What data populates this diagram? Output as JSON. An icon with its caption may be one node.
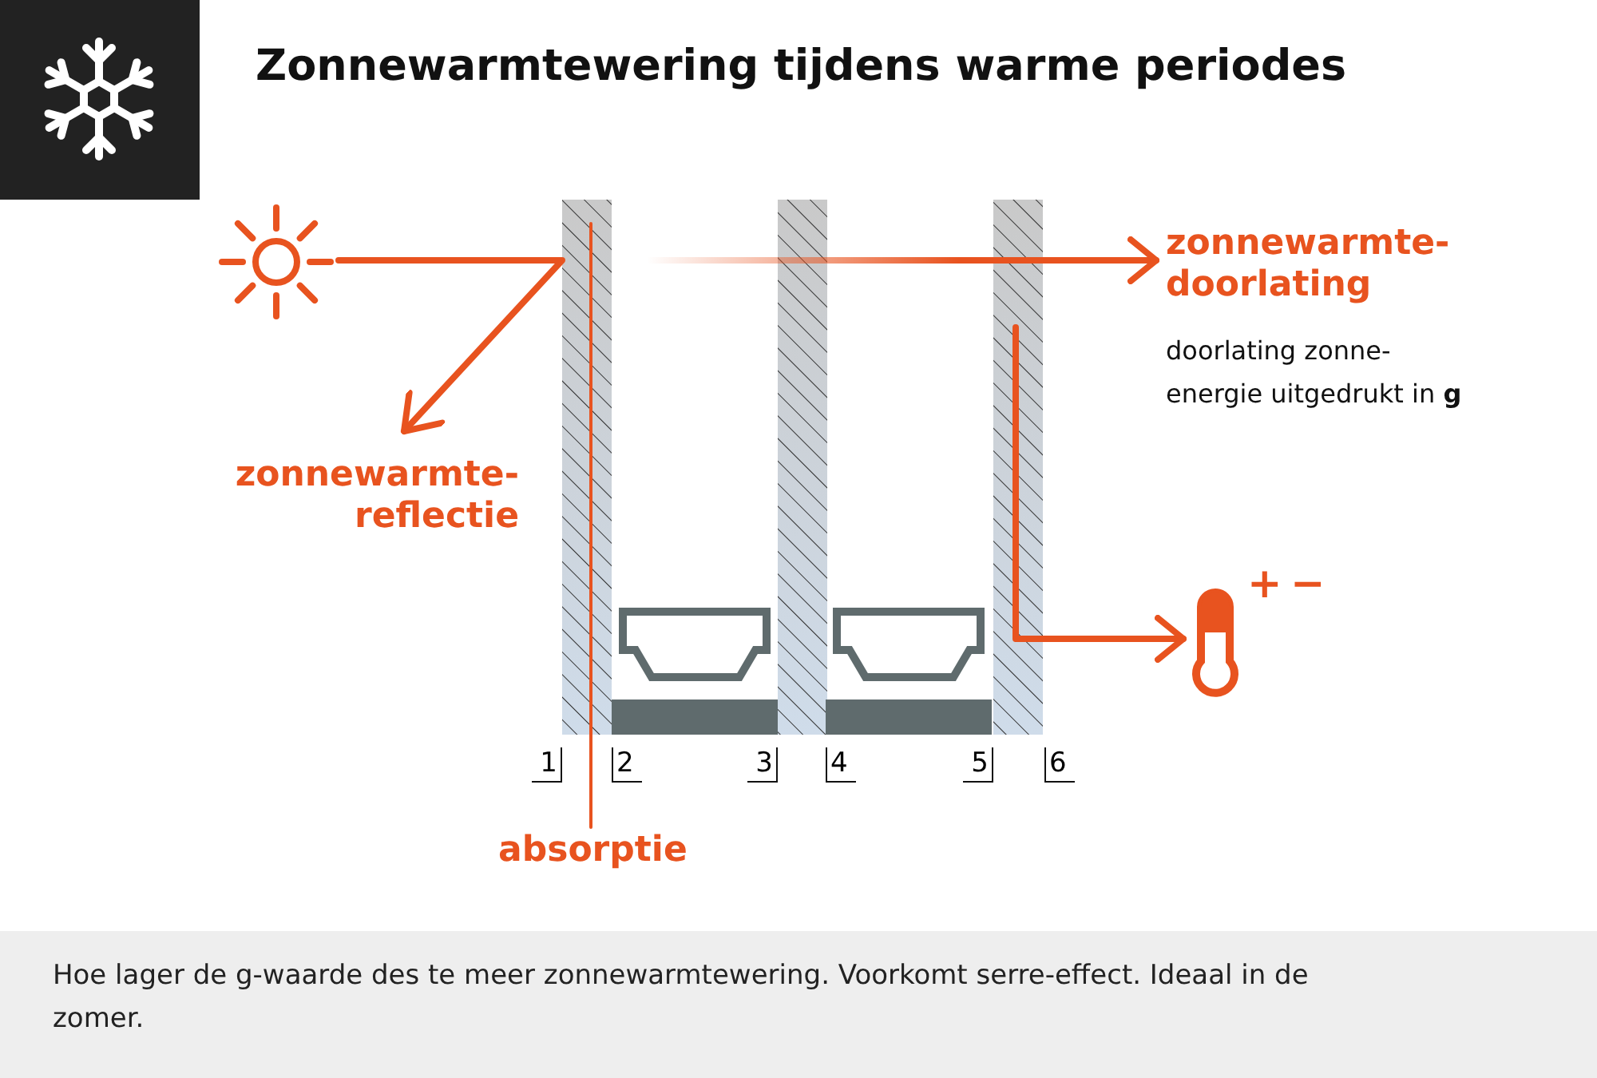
{
  "diagram": {
    "title": "Zonnewarmtewering tijdens warme periodes",
    "caption": "Hoe lager de g-waarde des te meer zonnewarmtewering. Voorkomt serre-effect. Ideaal in de zomer.",
    "nodes": [
      {
        "text": [],
        "shape": "sun"
      },
      {
        "text": [
          "zonnewarmte- reflectie"
        ]
      },
      {
        "text": [
          "zonnewarmte- doorlating",
          "doorlating zonne- energie uitgedrukt in **g**"
        ]
      },
      {
        "text": [],
        "shape": "thermometer"
      },
      {
        "text": [
          "absorptie"
        ]
      }
    ],
    "edges": [
      {
        "from": 0,
        "to": 1,
        "arrow": "to"
      },
      {
        "from": null,
        "to": 2,
        "arrow": "to"
      },
      {
        "from": null,
        "to": 3,
        "arrow": "to"
      },
      {
        "from": 4,
        "to": null,
        "arrow": "none"
      }
    ],
    "labels": [
      "1",
      "2",
      "3",
      "4",
      "5",
      "6",
      "+",
      "−"
    ]
  }
}
